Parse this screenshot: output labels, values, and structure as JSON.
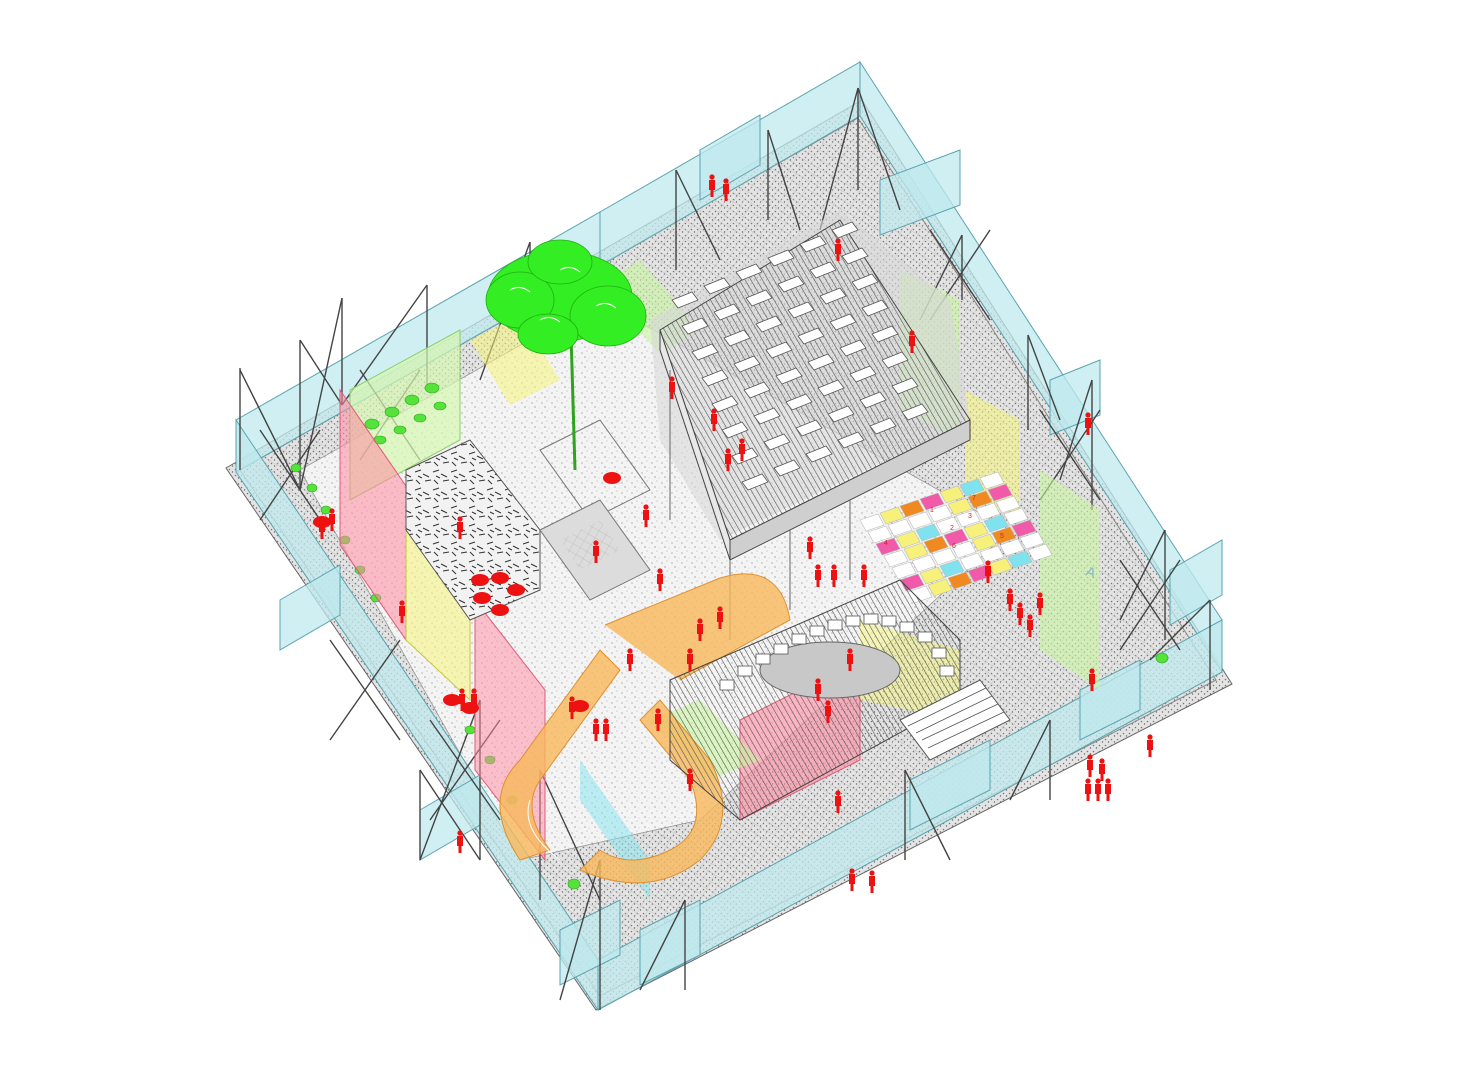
{
  "colors": {
    "glass": "#bfe9ee",
    "glass_stroke": "#5aa3b0",
    "tree": "#33ee22",
    "track": "#f7b85a",
    "figures": "#ee1111",
    "panel_pink": "#ff8aa0",
    "panel_yellow": "#f5f57a",
    "panel_green": "#c8f5a0",
    "grid_cyan": "#7fe3ef",
    "grid_orange": "#f08a20",
    "grid_magenta": "#f05aa8",
    "grid_yellow": "#f7f07a"
  },
  "hopscotch_numbers": [
    "1",
    "2",
    "3",
    "4",
    "5",
    "6",
    "7"
  ],
  "wall_letter": "A"
}
